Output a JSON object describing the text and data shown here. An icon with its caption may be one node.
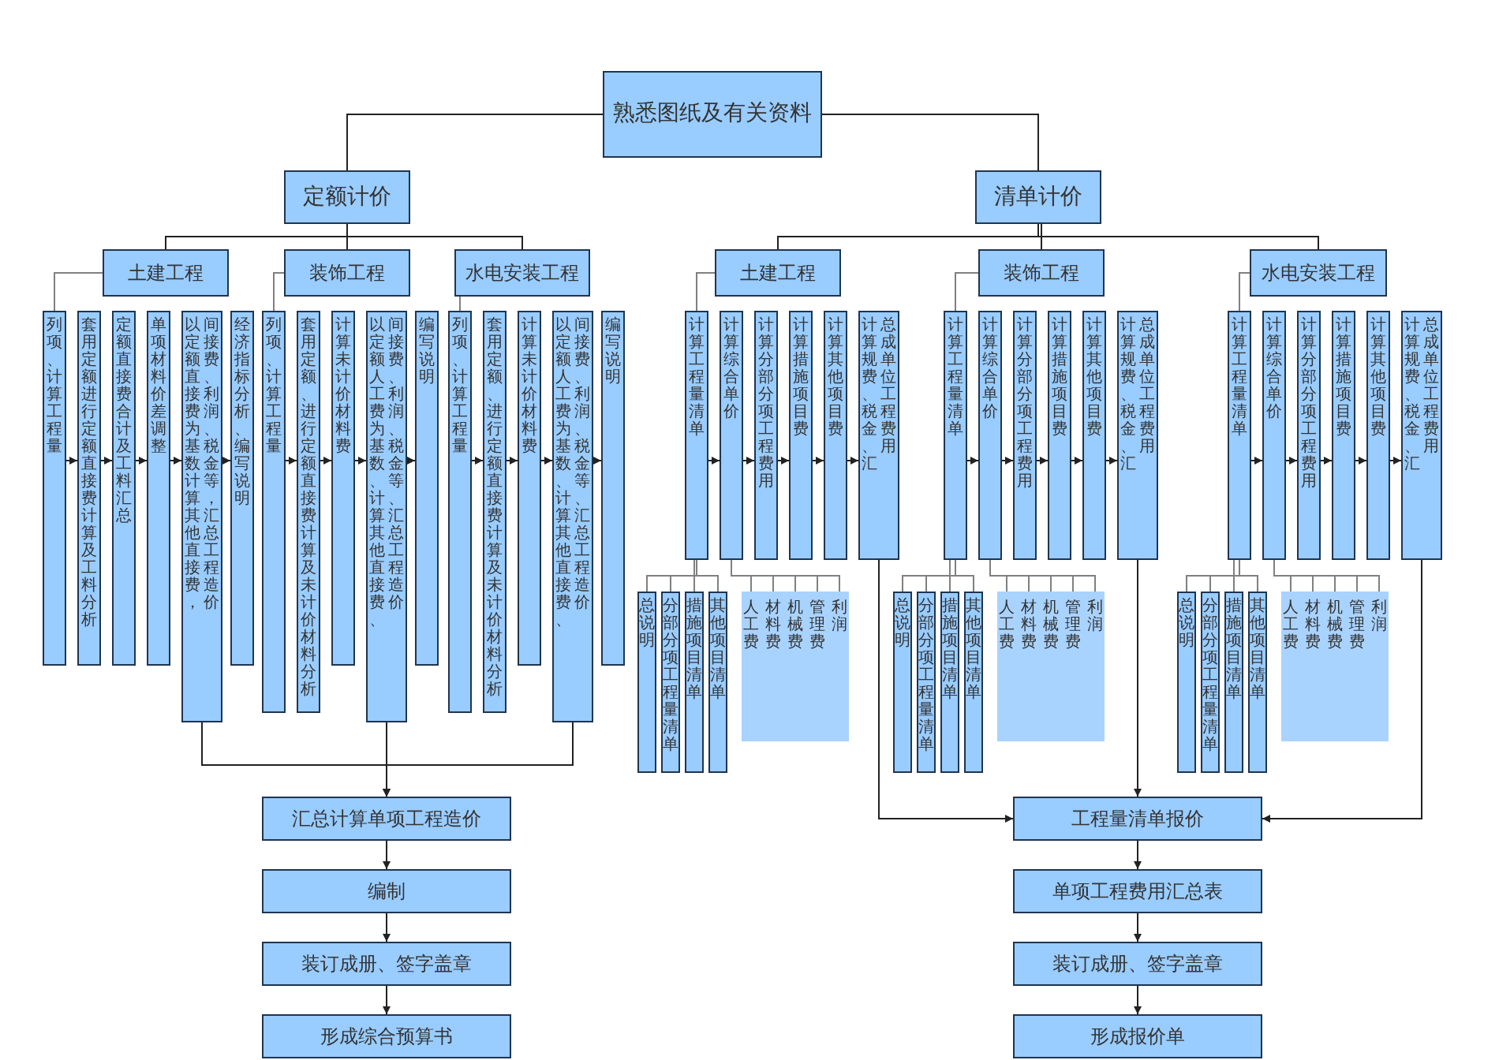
{
  "diagram": {
    "nodes": [
      {
        "text": [
          "熟悉图纸及有关资料"
        ]
      },
      {
        "text": [
          "定额计价"
        ]
      },
      {
        "text": [
          "清单计价"
        ]
      },
      {
        "text": [
          "土建工程"
        ]
      },
      {
        "text": [
          "装饰工程"
        ]
      },
      {
        "text": [
          "水电安装工程"
        ]
      },
      {
        "text": [
          "土建工程"
        ]
      },
      {
        "text": [
          "装饰工程"
        ]
      },
      {
        "text": [
          "水电安装工程"
        ]
      },
      {
        "text": [
          "列项、计算工程量"
        ]
      },
      {
        "text": [
          "套用定额进行定额直接费计算及工料分析"
        ]
      },
      {
        "text": [
          "定额直接费合计及工料汇总"
        ]
      },
      {
        "text": [
          "单项材料价差调整"
        ]
      },
      {
        "text": [
          "以定额直接费为基数计算其他直接费，间接费、利润、税金等，汇总工程造价"
        ]
      },
      {
        "text": [
          "经济指标分析、编写说明"
        ]
      },
      {
        "text": [
          "列项、计算工程量"
        ]
      },
      {
        "text": [
          "套用定额、进行定额直接费计算及未计价材料分析"
        ]
      },
      {
        "text": [
          "计算未计价材料费"
        ]
      },
      {
        "text": [
          "以定额人工费为基数、计算其他直接费、间接费、利润、税金等、汇总工程造价"
        ]
      },
      {
        "text": [
          "编写说明"
        ]
      },
      {
        "text": [
          "列项、计算工程量"
        ]
      },
      {
        "text": [
          "套用定额、进行定额直接费计算及未计价材料分析"
        ]
      },
      {
        "text": [
          "计算未计价材料费"
        ]
      },
      {
        "text": [
          "以定额人工费为基数、计算其他直接费、间接费、利润、税金等、汇总工程造价"
        ]
      },
      {
        "text": [
          "编写说明"
        ]
      },
      {
        "text": [
          "计算工程量清单"
        ]
      },
      {
        "text": [
          "计算综合单价"
        ]
      },
      {
        "text": [
          "计算分部分项工程费用"
        ]
      },
      {
        "text": [
          "计算措施项目费"
        ]
      },
      {
        "text": [
          "计算其他项目费"
        ]
      },
      {
        "text": [
          "计算规费、税金、汇总成单位工程费用"
        ]
      },
      {
        "text": [
          "计算工程量清单"
        ]
      },
      {
        "text": [
          "计算综合单价"
        ]
      },
      {
        "text": [
          "计算分部分项工程费用"
        ]
      },
      {
        "text": [
          "计算措施项目费"
        ]
      },
      {
        "text": [
          "计算其他项目费"
        ]
      },
      {
        "text": [
          "计算规费、税金、汇总成单位工程费用"
        ]
      },
      {
        "text": [
          "计算工程量清单"
        ]
      },
      {
        "text": [
          "计算综合单价"
        ]
      },
      {
        "text": [
          "计算分部分项工程费用"
        ]
      },
      {
        "text": [
          "计算措施项目费"
        ]
      },
      {
        "text": [
          "计算其他项目费"
        ]
      },
      {
        "text": [
          "计算规费、税金、汇总成单位工程费用"
        ]
      },
      {
        "text": [
          "总说明"
        ]
      },
      {
        "text": [
          "分部分项工程量清单"
        ]
      },
      {
        "text": [
          "措施项目清单"
        ]
      },
      {
        "text": [
          "其他项目清单"
        ]
      },
      {
        "text": [],
        "shape": "box"
      },
      {
        "text": [
          "人工费"
        ],
        "in": 47
      },
      {
        "text": [
          "材料费"
        ],
        "in": 47
      },
      {
        "text": [
          "机械费"
        ],
        "in": 47
      },
      {
        "text": [
          "管理费"
        ],
        "in": 47
      },
      {
        "text": [
          "利润"
        ],
        "in": 47
      },
      {
        "text": [
          "总说明"
        ]
      },
      {
        "text": [
          "分部分项工程量清单"
        ]
      },
      {
        "text": [
          "措施项目清单"
        ]
      },
      {
        "text": [
          "其他项目清单"
        ]
      },
      {
        "text": [],
        "shape": "box"
      },
      {
        "text": [
          "人工费"
        ],
        "in": 57
      },
      {
        "text": [
          "材料费"
        ],
        "in": 57
      },
      {
        "text": [
          "机械费"
        ],
        "in": 57
      },
      {
        "text": [
          "管理费"
        ],
        "in": 57
      },
      {
        "text": [
          "利润"
        ],
        "in": 57
      },
      {
        "text": [
          "总说明"
        ]
      },
      {
        "text": [
          "分部分项工程量清单"
        ]
      },
      {
        "text": [
          "措施项目清单"
        ]
      },
      {
        "text": [
          "其他项目清单"
        ]
      },
      {
        "text": [],
        "shape": "box"
      },
      {
        "text": [
          "人工费"
        ],
        "in": 67
      },
      {
        "text": [
          "材料费"
        ],
        "in": 67
      },
      {
        "text": [
          "机械费"
        ],
        "in": 67
      },
      {
        "text": [
          "管理费"
        ],
        "in": 67
      },
      {
        "text": [
          "利润"
        ],
        "in": 67
      },
      {
        "text": [
          "汇总计算单项工程造价"
        ]
      },
      {
        "text": [
          "编制"
        ]
      },
      {
        "text": [
          "装订成册、签字盖章"
        ]
      },
      {
        "text": [
          "形成综合预算书"
        ]
      },
      {
        "text": [
          "工程量清单报价"
        ]
      },
      {
        "text": [
          "单项工程费用汇总表"
        ]
      },
      {
        "text": [
          "装订成册、签字盖章"
        ]
      },
      {
        "text": [
          "形成报价单"
        ]
      }
    ],
    "edges": [
      {
        "from": 0,
        "to": 1,
        "arrow": "none"
      },
      {
        "from": 0,
        "to": 2,
        "arrow": "none"
      },
      {
        "from": 1,
        "to": 3,
        "arrow": "none"
      },
      {
        "from": 1,
        "to": 4,
        "arrow": "none"
      },
      {
        "from": 1,
        "to": 5,
        "arrow": "none"
      },
      {
        "from": 2,
        "to": 6,
        "arrow": "none"
      },
      {
        "from": 2,
        "to": 7,
        "arrow": "none"
      },
      {
        "from": 2,
        "to": 8,
        "arrow": "none"
      },
      {
        "from": 3,
        "to": 9,
        "arrow": "none",
        "color": "#808080"
      },
      {
        "from": 4,
        "to": 15,
        "arrow": "none",
        "color": "#808080"
      },
      {
        "from": 5,
        "to": 20,
        "arrow": "none",
        "color": "#808080"
      },
      {
        "from": 6,
        "to": 25,
        "arrow": "none",
        "color": "#808080"
      },
      {
        "from": 7,
        "to": 31,
        "arrow": "none",
        "color": "#808080"
      },
      {
        "from": 8,
        "to": 37,
        "arrow": "none",
        "color": "#808080"
      },
      {
        "from": 9,
        "to": 10,
        "arrow": "to"
      },
      {
        "from": 10,
        "to": 11,
        "arrow": "to"
      },
      {
        "from": 11,
        "to": 12,
        "arrow": "to"
      },
      {
        "from": 12,
        "to": 13,
        "arrow": "to"
      },
      {
        "from": 13,
        "to": 14,
        "arrow": "to"
      },
      {
        "from": 15,
        "to": 16,
        "arrow": "to"
      },
      {
        "from": 16,
        "to": 17,
        "arrow": "to"
      },
      {
        "from": 17,
        "to": 18,
        "arrow": "to"
      },
      {
        "from": 18,
        "to": 19,
        "arrow": "to"
      },
      {
        "from": 20,
        "to": 21,
        "arrow": "to"
      },
      {
        "from": 21,
        "to": 22,
        "arrow": "to"
      },
      {
        "from": 22,
        "to": 23,
        "arrow": "to"
      },
      {
        "from": 23,
        "to": 24,
        "arrow": "to"
      },
      {
        "from": 25,
        "to": 26,
        "arrow": "to"
      },
      {
        "from": 26,
        "to": 27,
        "arrow": "to"
      },
      {
        "from": 27,
        "to": 28,
        "arrow": "to"
      },
      {
        "from": 28,
        "to": 29,
        "arrow": "to"
      },
      {
        "from": 29,
        "to": 30,
        "arrow": "to"
      },
      {
        "from": 31,
        "to": 32,
        "arrow": "to"
      },
      {
        "from": 32,
        "to": 33,
        "arrow": "to"
      },
      {
        "from": 33,
        "to": 34,
        "arrow": "to"
      },
      {
        "from": 34,
        "to": 35,
        "arrow": "to"
      },
      {
        "from": 35,
        "to": 36,
        "arrow": "to"
      },
      {
        "from": 37,
        "to": 38,
        "arrow": "to"
      },
      {
        "from": 38,
        "to": 39,
        "arrow": "to"
      },
      {
        "from": 39,
        "to": 40,
        "arrow": "to"
      },
      {
        "from": 40,
        "to": 41,
        "arrow": "to"
      },
      {
        "from": 41,
        "to": 42,
        "arrow": "to"
      },
      {
        "from": 25,
        "to": 43,
        "arrow": "none",
        "color": "#808080"
      },
      {
        "from": 25,
        "to": 44,
        "arrow": "none",
        "color": "#808080"
      },
      {
        "from": 25,
        "to": 45,
        "arrow": "none",
        "color": "#808080"
      },
      {
        "from": 25,
        "to": 46,
        "arrow": "none",
        "color": "#808080"
      },
      {
        "from": 31,
        "to": 53,
        "arrow": "none",
        "color": "#808080"
      },
      {
        "from": 31,
        "to": 54,
        "arrow": "none",
        "color": "#808080"
      },
      {
        "from": 31,
        "to": 55,
        "arrow": "none",
        "color": "#808080"
      },
      {
        "from": 31,
        "to": 56,
        "arrow": "none",
        "color": "#808080"
      },
      {
        "from": 37,
        "to": 63,
        "arrow": "none",
        "color": "#808080"
      },
      {
        "from": 37,
        "to": 64,
        "arrow": "none",
        "color": "#808080"
      },
      {
        "from": 37,
        "to": 65,
        "arrow": "none",
        "color": "#808080"
      },
      {
        "from": 37,
        "to": 66,
        "arrow": "none",
        "color": "#808080"
      },
      {
        "from": 26,
        "to": 48,
        "arrow": "none",
        "color": "#808080"
      },
      {
        "from": 26,
        "to": 49,
        "arrow": "none",
        "color": "#808080"
      },
      {
        "from": 26,
        "to": 50,
        "arrow": "none",
        "color": "#808080"
      },
      {
        "from": 26,
        "to": 51,
        "arrow": "none",
        "color": "#808080"
      },
      {
        "from": 26,
        "to": 52,
        "arrow": "none",
        "color": "#808080"
      },
      {
        "from": 32,
        "to": 58,
        "arrow": "none",
        "color": "#808080"
      },
      {
        "from": 32,
        "to": 59,
        "arrow": "none",
        "color": "#808080"
      },
      {
        "from": 32,
        "to": 60,
        "arrow": "none",
        "color": "#808080"
      },
      {
        "from": 32,
        "to": 61,
        "arrow": "none",
        "color": "#808080"
      },
      {
        "from": 32,
        "to": 62,
        "arrow": "none",
        "color": "#808080"
      },
      {
        "from": 38,
        "to": 68,
        "arrow": "none",
        "color": "#808080"
      },
      {
        "from": 38,
        "to": 69,
        "arrow": "none",
        "color": "#808080"
      },
      {
        "from": 38,
        "to": 70,
        "arrow": "none",
        "color": "#808080"
      },
      {
        "from": 38,
        "to": 71,
        "arrow": "none",
        "color": "#808080"
      },
      {
        "from": 38,
        "to": 72,
        "arrow": "none",
        "color": "#808080"
      },
      {
        "from": 13,
        "to": 73,
        "arrow": "to"
      },
      {
        "from": 18,
        "to": 73,
        "arrow": "to"
      },
      {
        "from": 23,
        "to": 73,
        "arrow": "to"
      },
      {
        "from": 30,
        "to": 77,
        "arrow": "to"
      },
      {
        "from": 36,
        "to": 77,
        "arrow": "to"
      },
      {
        "from": 42,
        "to": 77,
        "arrow": "to"
      },
      {
        "from": 73,
        "to": 74,
        "arrow": "to"
      },
      {
        "from": 74,
        "to": 75,
        "arrow": "to"
      },
      {
        "from": 75,
        "to": 76,
        "arrow": "to"
      },
      {
        "from": 77,
        "to": 78,
        "arrow": "to"
      },
      {
        "from": 78,
        "to": 79,
        "arrow": "to"
      },
      {
        "from": 79,
        "to": 80,
        "arrow": "to"
      }
    ]
  }
}
